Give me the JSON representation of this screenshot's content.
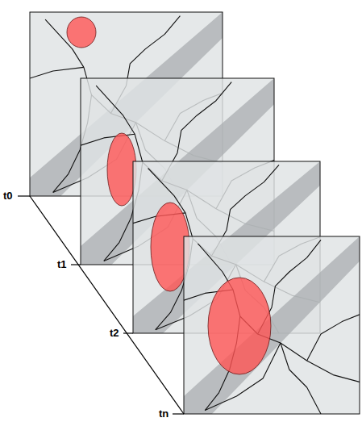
{
  "diagram": {
    "labels": [
      "t0",
      "t1",
      "t2",
      "tn"
    ]
  }
}
